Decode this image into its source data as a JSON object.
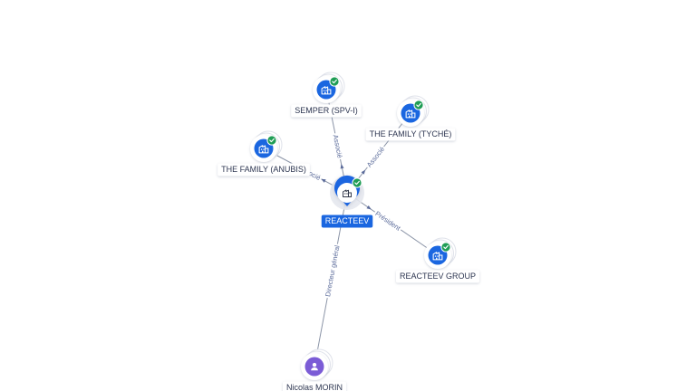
{
  "colors": {
    "company": "#1a66e0",
    "person": "#7b5cd6",
    "verified": "#1f9d55",
    "edge": "#8a93a6",
    "edge_label": "#5b6b9a"
  },
  "nodes": [
    {
      "id": "reacteev",
      "label": "REACTEEV",
      "kind": "company",
      "icon": "building-icon",
      "verified": true,
      "central": true
    },
    {
      "id": "semper",
      "label": "SEMPER (SPV-I)",
      "kind": "company",
      "icon": "building-icon",
      "verified": true
    },
    {
      "id": "tyche",
      "label": "THE FAMILY (TYCHÉ)",
      "kind": "company",
      "icon": "building-icon",
      "verified": true
    },
    {
      "id": "anubis",
      "label": "THE FAMILY (ANUBIS)",
      "kind": "company",
      "icon": "building-icon",
      "verified": true
    },
    {
      "id": "group",
      "label": "REACTEEV GROUP",
      "kind": "company",
      "icon": "building-icon",
      "verified": true
    },
    {
      "id": "morin",
      "label": "Nicolas MORIN",
      "kind": "person",
      "icon": "person-icon",
      "verified": false
    }
  ],
  "edges": [
    {
      "from": "reacteev",
      "to": "semper",
      "label": "Associé"
    },
    {
      "from": "reacteev",
      "to": "tyche",
      "label": "Associé"
    },
    {
      "from": "reacteev",
      "to": "anubis",
      "label": "Associé"
    },
    {
      "from": "reacteev",
      "to": "group",
      "label": "Président"
    },
    {
      "from": "reacteev",
      "to": "morin",
      "label": "Directeur général"
    }
  ]
}
